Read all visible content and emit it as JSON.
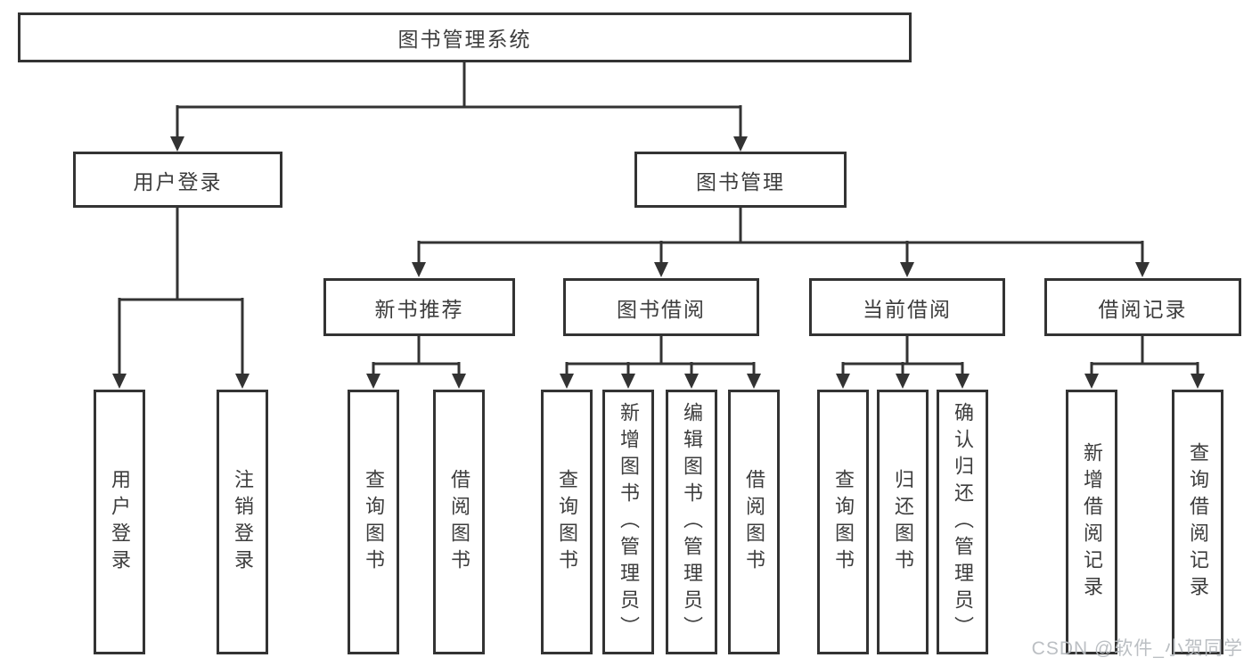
{
  "nodes": {
    "root": "图书管理系统",
    "user_login": "用户登录",
    "book_mgmt": "图书管理",
    "new_book_rec": "新书推荐",
    "book_borrow": "图书借阅",
    "current_borrow": "当前借阅",
    "borrow_record": "借阅记录",
    "leaf_user_login": "用户登录",
    "leaf_logout": "注销登录",
    "leaf_query_book_a": "查询图书",
    "leaf_borrow_book_a": "借阅图书",
    "leaf_query_book_b": "查询图书",
    "leaf_add_book": "新增图书（管理员）",
    "leaf_edit_book": "编辑图书（管理员）",
    "leaf_borrow_book_b": "借阅图书",
    "leaf_query_book_c": "查询图书",
    "leaf_return_book": "归还图书",
    "leaf_confirm_return": "确认归还（管理员）",
    "leaf_add_borrow_record": "新增借阅记录",
    "leaf_query_borrow_record": "查询借阅记录"
  },
  "structure": {
    "图书管理系统": {
      "用户登录": [
        "用户登录",
        "注销登录"
      ],
      "图书管理": {
        "新书推荐": [
          "查询图书",
          "借阅图书"
        ],
        "图书借阅": [
          "查询图书",
          "新增图书（管理员）",
          "编辑图书（管理员）",
          "借阅图书"
        ],
        "当前借阅": [
          "查询图书",
          "归还图书",
          "确认归还（管理员）"
        ],
        "借阅记录": [
          "新增借阅记录",
          "查询借阅记录"
        ]
      }
    }
  },
  "watermark": "CSDN @软件_小贺同学",
  "colors": {
    "line": "#333333",
    "text": "#3d3d3d",
    "background": "#ffffff",
    "watermark": "#b7bcc0"
  }
}
